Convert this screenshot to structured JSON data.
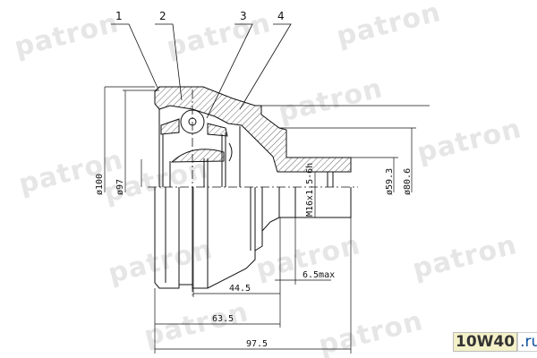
{
  "watermark": "patron",
  "part_labels": [
    "1",
    "2",
    "3",
    "4"
  ],
  "dimensions": {
    "d100": "ø100",
    "d97": "ø97",
    "d59": "ø59.3",
    "d80": "ø80.6",
    "thread": "M16x1.5-6h",
    "d65max": "6.5max",
    "d44": "44.5",
    "d63": "63.5",
    "d97_5": "97.5"
  },
  "site_logo": {
    "part1": "10W40",
    "part2": ".ru"
  }
}
